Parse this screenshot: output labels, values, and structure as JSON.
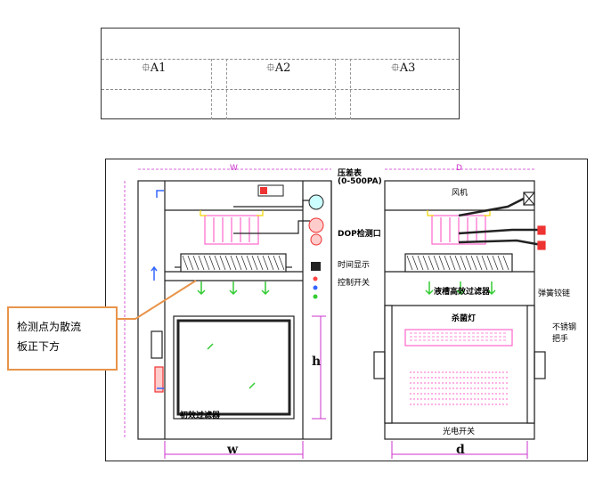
{
  "grid": {
    "cells": [
      "A1",
      "A2",
      "A3"
    ]
  },
  "drawing": {
    "left_labels": {
      "pressure_gauge": "压差表",
      "pressure_range": "(0-500PA)",
      "dop_port": "DOP检测口",
      "time_display": "时间显示",
      "control_switch": "控制开关",
      "prefilter": "初效过滤器",
      "dim_w_top": "W",
      "dim_w_bottom": "w",
      "dim_h": "h"
    },
    "right_labels": {
      "fan": "风机",
      "hepa_filter": "液槽高效过滤器",
      "uv_lamp": "杀菌灯",
      "spring_hinge": "弹簧铰链",
      "handle_line1": "不锈钢",
      "handle_line2": "把手",
      "photo_switch": "光电开关",
      "dim_d_top": "D",
      "dim_d_bottom": "d"
    }
  },
  "callout": {
    "line1": "检测点为散流",
    "line2": "板正下方"
  },
  "colors": {
    "callout_border": "#e8944a",
    "dimension": "#cc33cc",
    "filter_pink": "#ff66cc",
    "arrow_green": "#33cc33",
    "arrow_blue": "#3366ff",
    "lamp_yellow": "#f2d400"
  }
}
